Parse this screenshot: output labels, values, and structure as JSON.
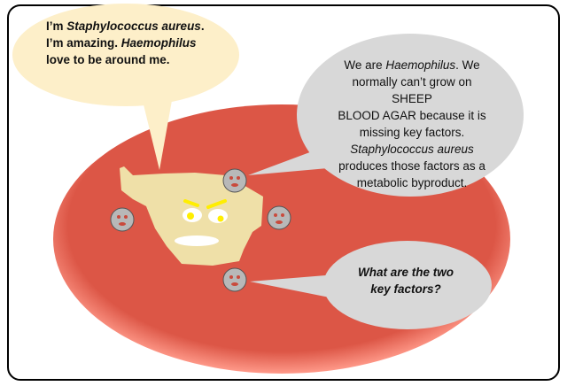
{
  "colors": {
    "agar": "#dc5646",
    "agar_rim": "#ff8f80",
    "staph_colony": "#efe0a8",
    "cream_bubble": "#fdefc9",
    "gray_bubble": "#d8d8d8",
    "haemophilus": "#b8b8b8",
    "eyes": "#ffee00"
  },
  "staph_bubble": {
    "l1_a": "I’m ",
    "l1_b": "Staphylococcus aureus",
    "l1_c": ".",
    "l2_a": "I’m amazing. ",
    "l2_b": "Haemophilus",
    "l3": "love to be around me."
  },
  "haemophilus_bubble": {
    "l1_a": "We are ",
    "l1_b": "Haemophilus",
    "l1_c": ". We",
    "l2": "normally can’t grow on SHEEP",
    "l3": "BLOOD AGAR because it is",
    "l4": "missing key factors.",
    "l5": "Staphylococcus aureus",
    "l6": "produces those factors as a",
    "l7": "metabolic byproduct."
  },
  "question_bubble": {
    "l1": "What are the two",
    "l2": "key factors?"
  }
}
